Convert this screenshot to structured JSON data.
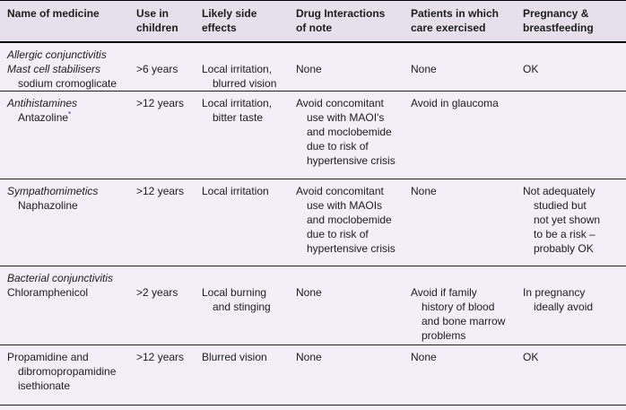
{
  "table": {
    "columns": [
      "Name of medicine",
      "Use in\nchildren",
      "Likely side\neffects",
      "Drug Interactions\nof note",
      "Patients in which\ncare exercised",
      "Pregnancy &\nbreastfeeding"
    ],
    "rows": [
      {
        "section": "Allergic conjunctivitis",
        "name_class": "Mast cell stabilisers",
        "name_drug": "sodium cromoglicate",
        "children": ">6 years",
        "side_effects": "Local irritation,\nblurred vision",
        "interactions": "None",
        "care": "None",
        "pregnancy": "OK"
      },
      {
        "name_class": "Antihistamines",
        "name_drug": "Antazoline",
        "name_mark": "*",
        "children": ">12 years",
        "side_effects": "Local irritation,\nbitter taste",
        "interactions": "Avoid concomitant\nuse with MAOI's\nand moclobemide\ndue to risk of\nhypertensive crisis",
        "care": "Avoid in glaucoma",
        "pregnancy": ""
      },
      {
        "name_class": "Sympathomimetics",
        "name_drug": "Naphazoline",
        "children": ">12 years",
        "side_effects": "Local irritation",
        "interactions": "Avoid concomitant\nuse with MAOIs\nand moclobemide\ndue to risk of\nhypertensive crisis",
        "care": "None",
        "pregnancy": "Not adequately\nstudied but\nnot yet shown\nto be a risk –\nprobably OK"
      },
      {
        "section": "Bacterial conjunctivitis",
        "name_drug_flush": "Chloramphenicol",
        "children": ">2 years",
        "side_effects": "Local burning\nand stinging",
        "interactions": "None",
        "care": "Avoid if family\nhistory of blood\nand bone marrow\nproblems",
        "pregnancy": "In pregnancy\nideally avoid"
      },
      {
        "name_drug_flush": "Propamidine and\ndibromopropamidine\nisethionate",
        "children": ">12 years",
        "side_effects": "Blurred vision",
        "interactions": "None",
        "care": "None",
        "pregnancy": "OK"
      }
    ],
    "colors": {
      "header_bg": "#e6dfec",
      "body_bg": "#f3eef7",
      "rule": "#000000",
      "text": "#1c1c1c",
      "marker": "#2b2b8e"
    }
  }
}
